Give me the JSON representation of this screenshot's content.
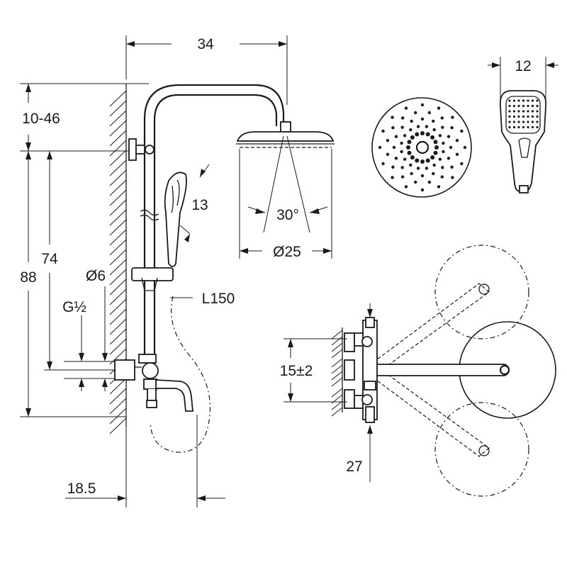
{
  "dimensions": {
    "top_width": "34",
    "height_adjust": "10-46",
    "overall_height": "88",
    "bar_height": "74",
    "pipe_diameter": "Ø6",
    "thread": "G½",
    "handshower_length": "13",
    "spray_angle": "30°",
    "head_diameter": "Ø25",
    "hose_length": "L150",
    "wall_offset": "18.5",
    "handshower_width": "12",
    "inlet_centers": "15±2",
    "mixer_depth": "27"
  }
}
